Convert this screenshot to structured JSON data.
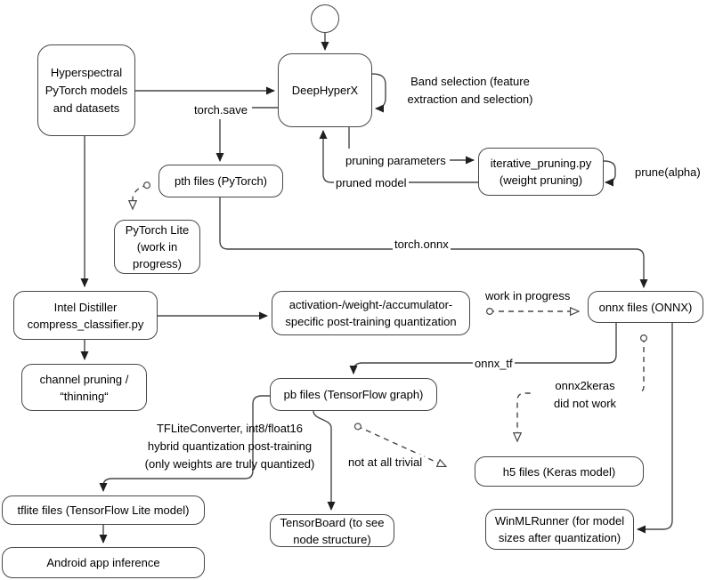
{
  "canvas": {
    "bg_color": "#ffffff",
    "line_color": "#474747",
    "arrow_fill": "#1f1f1f",
    "text_color": "#000000"
  },
  "nodes": {
    "start": {
      "label": ""
    },
    "hyperspectral": {
      "label": "Hyperspectral\nPyTorch models\nand datasets"
    },
    "deephyperx": {
      "label": "DeepHyperX"
    },
    "pth_files": {
      "label": "pth files (PyTorch)"
    },
    "iterative_pruning": {
      "label": "iterative_pruning.py\n(weight pruning)"
    },
    "pytorch_lite": {
      "label": "PyTorch Lite\n(work in\nprogress)"
    },
    "intel_distiller": {
      "label": "Intel Distiller\ncompress_classifier.py"
    },
    "activation_quant": {
      "label": "activation-/weight-/accumulator-\nspecific post-training quantization"
    },
    "onnx_files": {
      "label": "onnx files (ONNX)"
    },
    "channel_pruning": {
      "label": "channel pruning /\n“thinning“"
    },
    "pb_files": {
      "label": "pb files (TensorFlow graph)"
    },
    "h5_files": {
      "label": "h5 files (Keras model)"
    },
    "tensorboard": {
      "label": "TensorBoard (to see\nnode structure)"
    },
    "winml": {
      "label": "WinMLRunner (for model\nsizes after quantization)"
    },
    "tflite_files": {
      "label": "tflite files (TensorFlow Lite model)"
    },
    "android": {
      "label": "Android app inference"
    }
  },
  "edge_labels": {
    "band_selection": "Band selection (feature\nextraction and selection)",
    "torch_save": "torch.save",
    "pruning_parameters": "pruning parameters",
    "pruned_model": "pruned model",
    "prune_alpha": "prune(alpha)",
    "torch_onnx": "torch.onnx",
    "work_in_progress": "work in progress",
    "onnx_tf": "onnx_tf",
    "onnx2keras": "onnx2keras\ndid not work",
    "not_trivial": "not at all trivial",
    "tflite_note": "TFLiteConverter, int8/float16\nhybrid quantization post-training\n(only weights are truly quantized)"
  }
}
